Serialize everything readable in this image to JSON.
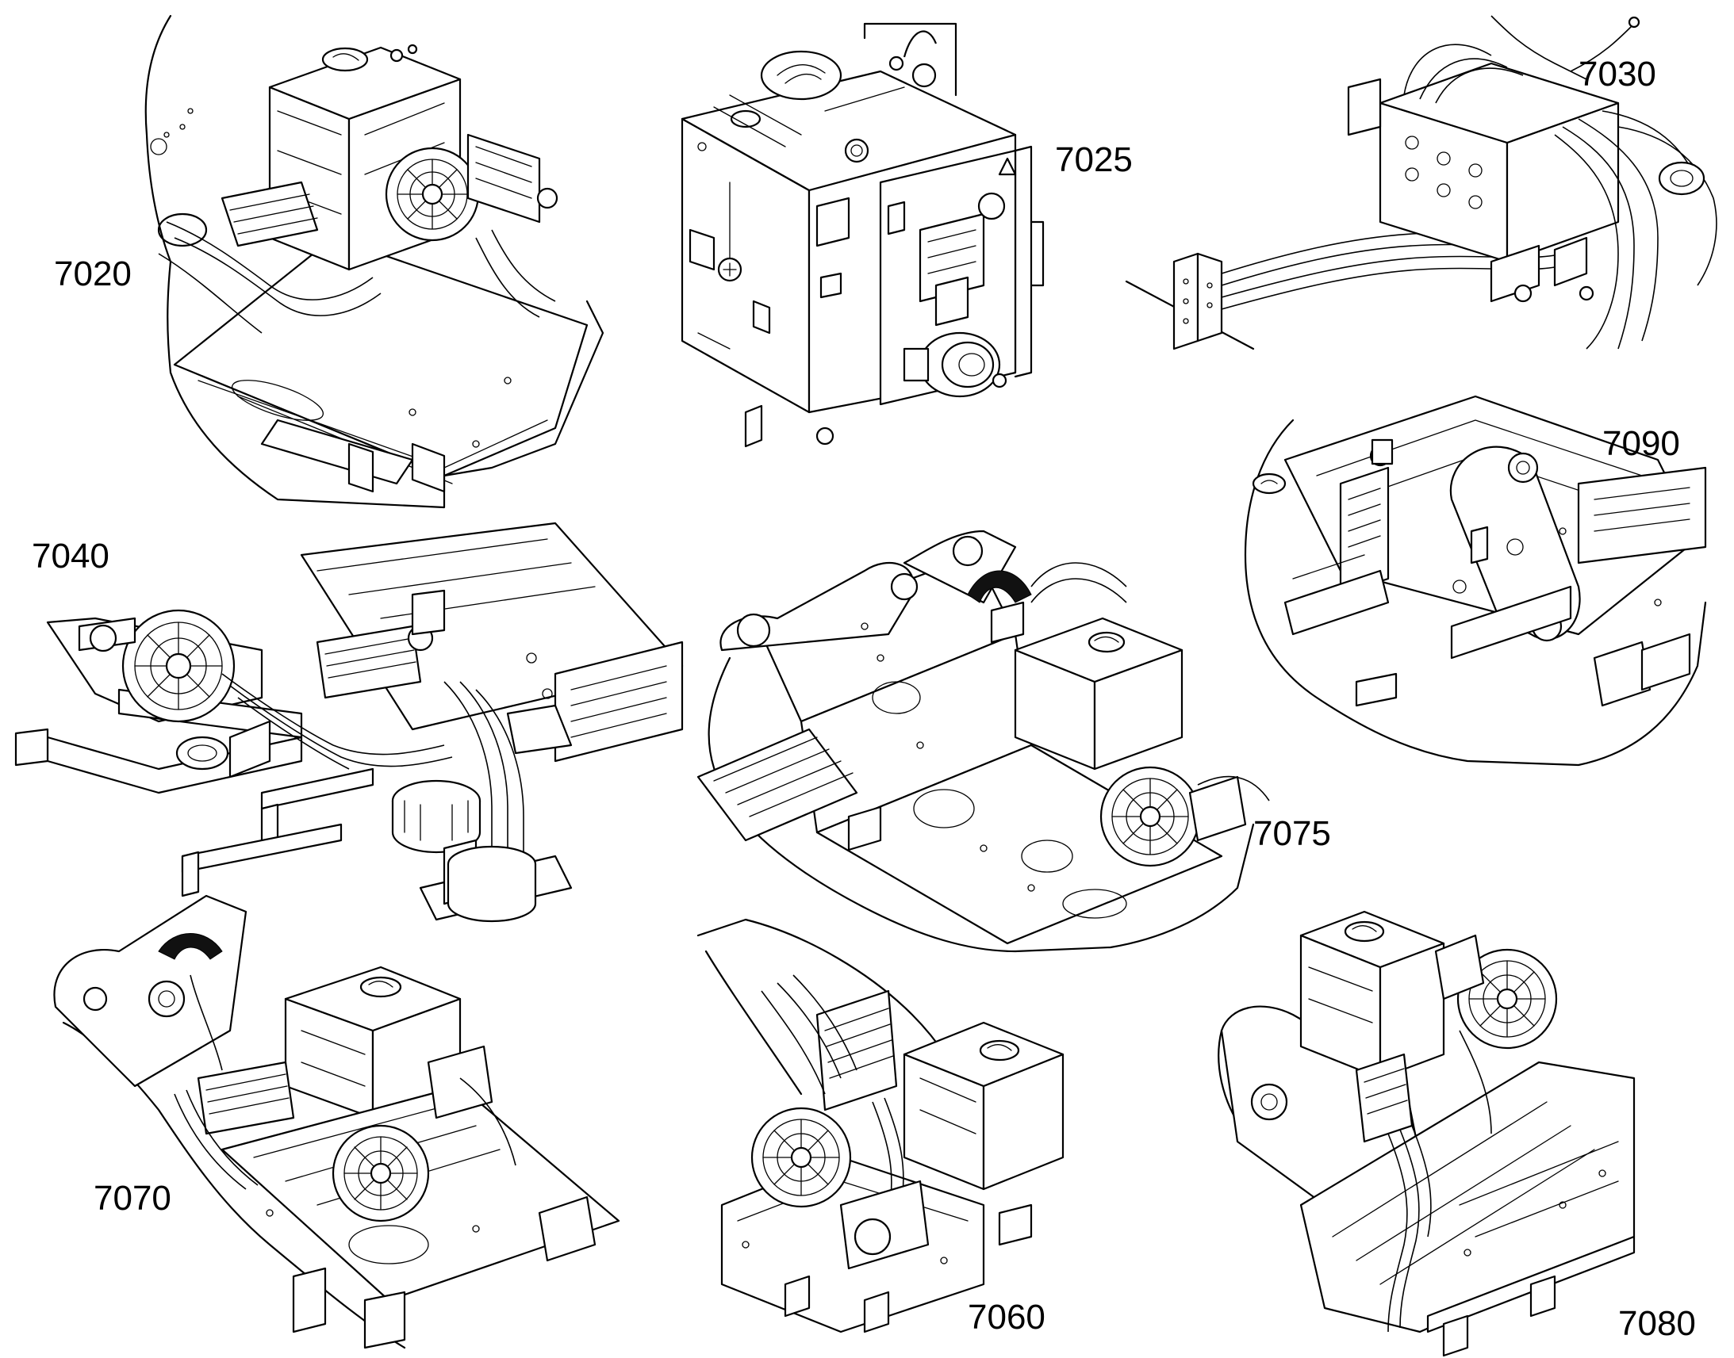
{
  "figures": [
    {
      "id": "7020",
      "label": "7020"
    },
    {
      "id": "7025",
      "label": "7025"
    },
    {
      "id": "7030",
      "label": "7030"
    },
    {
      "id": "7040",
      "label": "7040"
    },
    {
      "id": "7075",
      "label": "7075"
    },
    {
      "id": "7090",
      "label": "7090"
    },
    {
      "id": "7070",
      "label": "7070"
    },
    {
      "id": "7060",
      "label": "7060"
    },
    {
      "id": "7080",
      "label": "7080"
    }
  ],
  "colors": {
    "line": "#000000",
    "background": "#ffffff"
  }
}
